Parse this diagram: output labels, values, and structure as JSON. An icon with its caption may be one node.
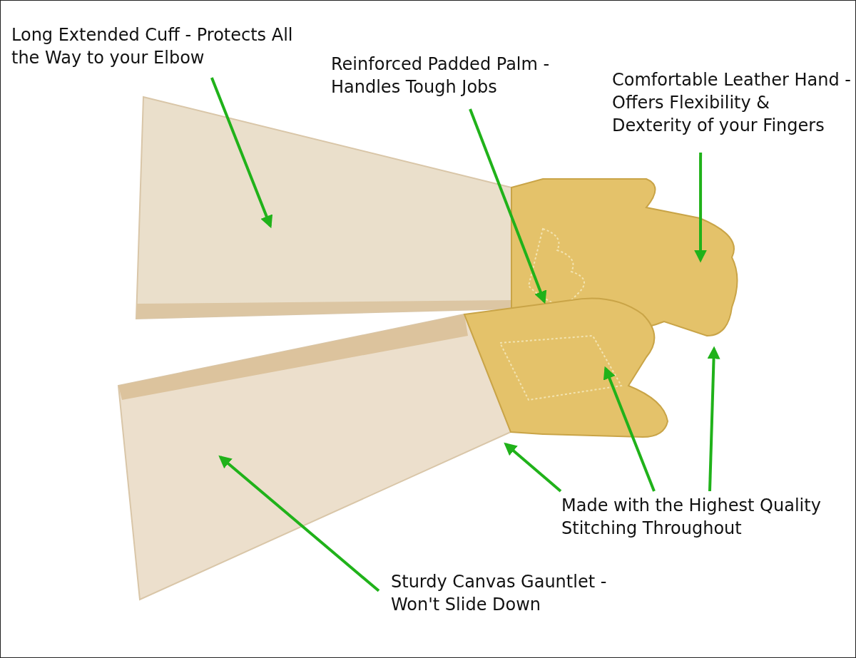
{
  "diagram": {
    "nodes": [
      {
        "text": [
          "Long Extended Cuff - Protects All the Way to your Elbow"
        ]
      },
      {
        "text": [
          "Reinforced Padded Palm - Handles Tough Jobs"
        ]
      },
      {
        "text": [
          "Comfortable Leather Hand - Offers Flexibility & Dexterity of your Fingers"
        ]
      },
      {
        "text": [
          "Made with the Highest Quality Stitching Throughout"
        ]
      },
      {
        "text": [
          "Sturdy Canvas Gauntlet - Won't Slide Down"
        ]
      }
    ],
    "edges": [
      {
        "from": 0,
        "to": null,
        "arrow": "to"
      },
      {
        "from": 1,
        "to": null,
        "arrow": "to"
      },
      {
        "from": 2,
        "to": null,
        "arrow": "to"
      },
      {
        "from": 3,
        "to": null,
        "arrow": "to"
      },
      {
        "from": 3,
        "to": null,
        "arrow": "to"
      },
      {
        "from": 3,
        "to": null,
        "arrow": "to"
      },
      {
        "from": 4,
        "to": null,
        "arrow": "to"
      }
    ]
  }
}
